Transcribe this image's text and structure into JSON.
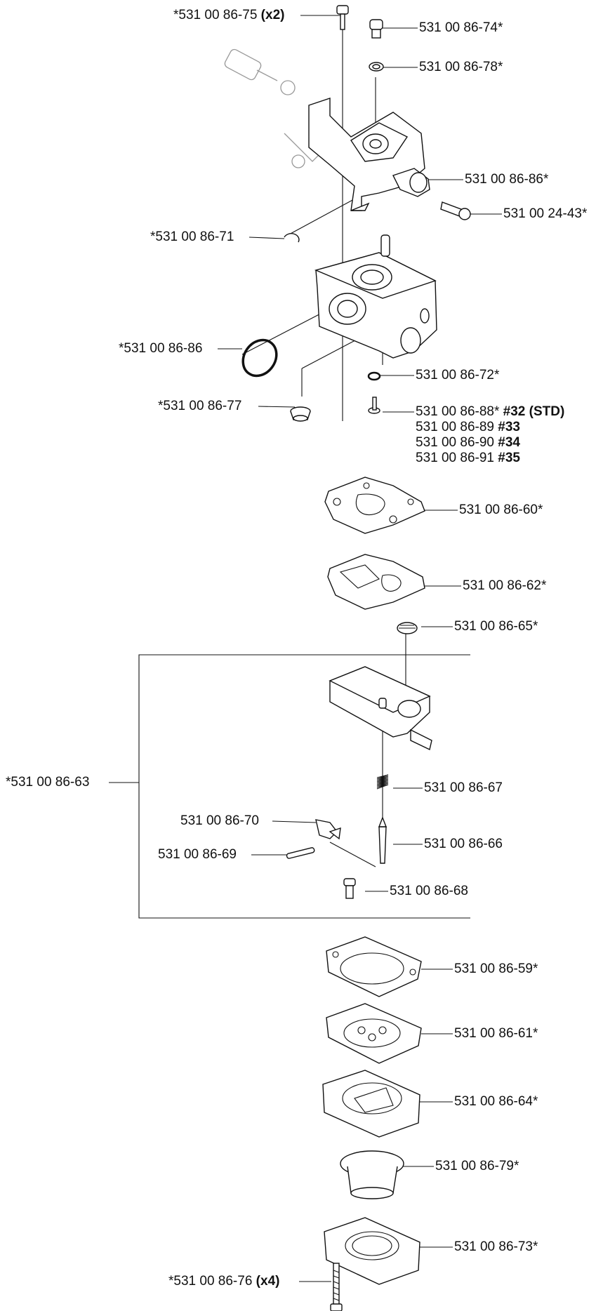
{
  "callouts": [
    {
      "text": "*531 00 86-75",
      "suffix": " (x2)"
    },
    {
      "text": "531 00 86-74*"
    },
    {
      "text": "531 00 86-78*"
    },
    {
      "text": "531 00 86-86*"
    },
    {
      "text": "531 00 24-43*"
    },
    {
      "text": "*531 00 86-71"
    },
    {
      "text": "*531 00 86-86"
    },
    {
      "text": "531 00 86-72*"
    },
    {
      "text": "*531 00 86-77"
    },
    {
      "text": "531 00 86-88*",
      "suffix": " #32 (STD)"
    },
    {
      "text": "531 00 86-89",
      "suffix": " #33"
    },
    {
      "text": "531 00 86-90",
      "suffix": " #34"
    },
    {
      "text": "531 00 86-91",
      "suffix": " #35"
    },
    {
      "text": "531 00 86-60*"
    },
    {
      "text": "531 00 86-62*"
    },
    {
      "text": "531 00 86-65*"
    },
    {
      "text": "*531 00 86-63"
    },
    {
      "text": "531 00 86-67"
    },
    {
      "text": "531 00 86-70"
    },
    {
      "text": "531 00 86-66"
    },
    {
      "text": "531 00 86-69"
    },
    {
      "text": "531 00 86-68"
    },
    {
      "text": "531 00 86-59*"
    },
    {
      "text": "531 00 86-61*"
    },
    {
      "text": "531 00 86-64*"
    },
    {
      "text": "531 00 86-79*"
    },
    {
      "text": "531 00 86-73*"
    },
    {
      "text": "*531 00 86-76",
      "suffix": " (x4)"
    }
  ]
}
